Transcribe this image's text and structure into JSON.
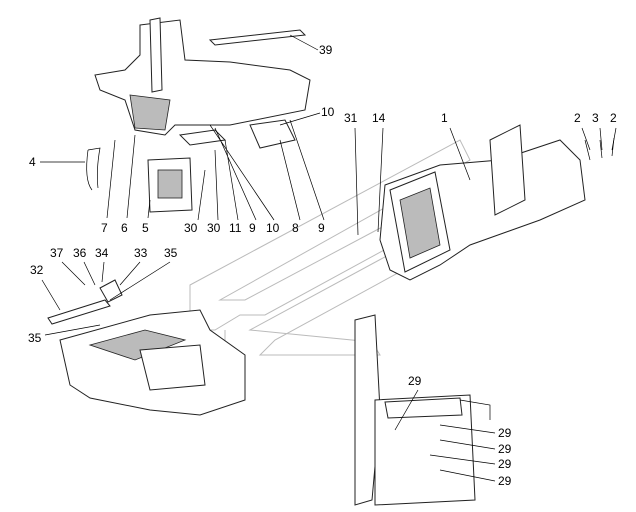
{
  "diagram": {
    "type": "exploded parts drawing",
    "callouts": [
      "39",
      "10",
      "31",
      "14",
      "1",
      "2",
      "3",
      "2",
      "4",
      "7",
      "6",
      "5",
      "30",
      "30",
      "11",
      "9",
      "10",
      "8",
      "9",
      "37",
      "36",
      "34",
      "33",
      "35",
      "32",
      "35",
      "29",
      "29",
      "29",
      "29",
      "29"
    ]
  }
}
